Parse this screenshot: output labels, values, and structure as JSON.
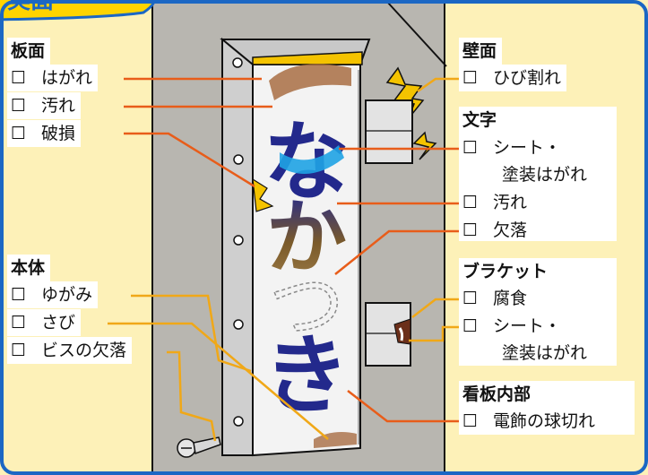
{
  "header_tab": {
    "text": "実面"
  },
  "sections": {
    "board_face": {
      "title": "板面",
      "items": [
        "はがれ",
        "汚れ",
        "破損"
      ]
    },
    "wall": {
      "title": "壁面",
      "items": [
        "ひび割れ"
      ]
    },
    "letters": {
      "title": "文字",
      "items": [
        "シート・",
        "塗装はがれ",
        "汚れ",
        "欠落"
      ]
    },
    "body": {
      "title": "本体",
      "items": [
        "ゆがみ",
        "さび",
        "ビスの欠落"
      ]
    },
    "bracket": {
      "title": "ブラケット",
      "items": [
        "腐食",
        "シート・",
        "塗装はがれ"
      ]
    },
    "interior": {
      "title": "看板内部",
      "items": [
        "電飾の球切れ"
      ]
    }
  },
  "checkbox_glyph": "☐",
  "sign": {
    "chars": [
      "な",
      "か",
      "つ",
      "き"
    ]
  },
  "colors": {
    "background": "#fdf1b8",
    "frame": "#1b67c4",
    "wall": "#b8b6b0",
    "leader_orange": "#e85d1a",
    "leader_yellow": "#f0a818",
    "letter_navy": "#23298c",
    "letter_cyan": "#1fa3e4",
    "rust": "#a86d43"
  }
}
